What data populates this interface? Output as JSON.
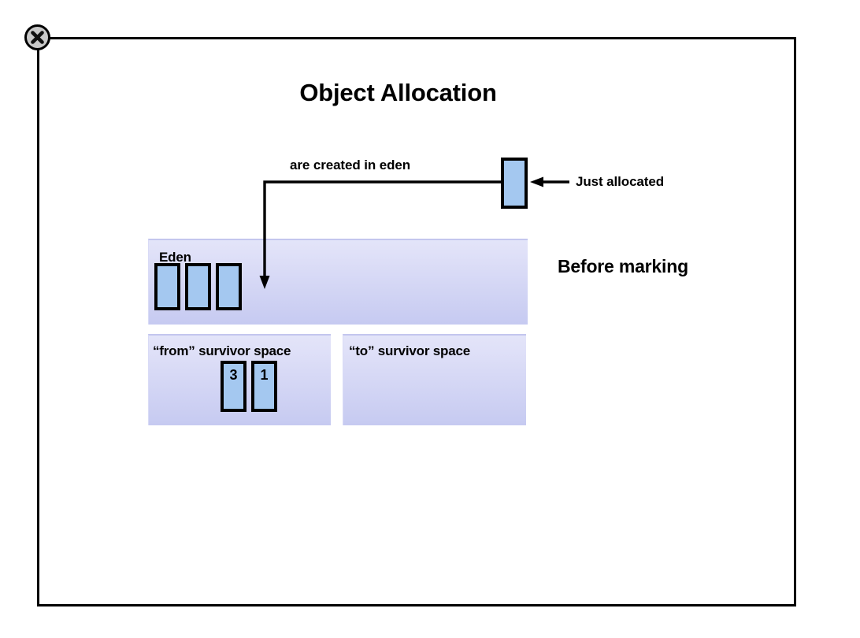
{
  "window": {
    "close_icon": "close-circle-icon"
  },
  "slide": {
    "title": "Object Allocation",
    "stage_label": "Before marking"
  },
  "annotations": [
    {
      "name": "created-in-eden",
      "text": "are created in eden"
    },
    {
      "name": "just-allocated",
      "text": "Just allocated"
    }
  ],
  "regions": [
    {
      "name": "eden",
      "label": "Eden",
      "objects": [
        "",
        "",
        ""
      ]
    },
    {
      "name": "from-survivor",
      "label": "“from” survivor space",
      "objects": [
        "3",
        "1"
      ]
    },
    {
      "name": "to-survivor",
      "label": "“to” survivor space",
      "objects": []
    }
  ],
  "allocated_object": {
    "label": ""
  },
  "colors": {
    "object_fill": "#a4c8f0",
    "object_border": "#000000",
    "region_top": "#e3e4f9",
    "region_bottom": "#c6caf1",
    "frame_border": "#000000",
    "close_button_fill": "#c9c9c9",
    "text": "#000000"
  }
}
